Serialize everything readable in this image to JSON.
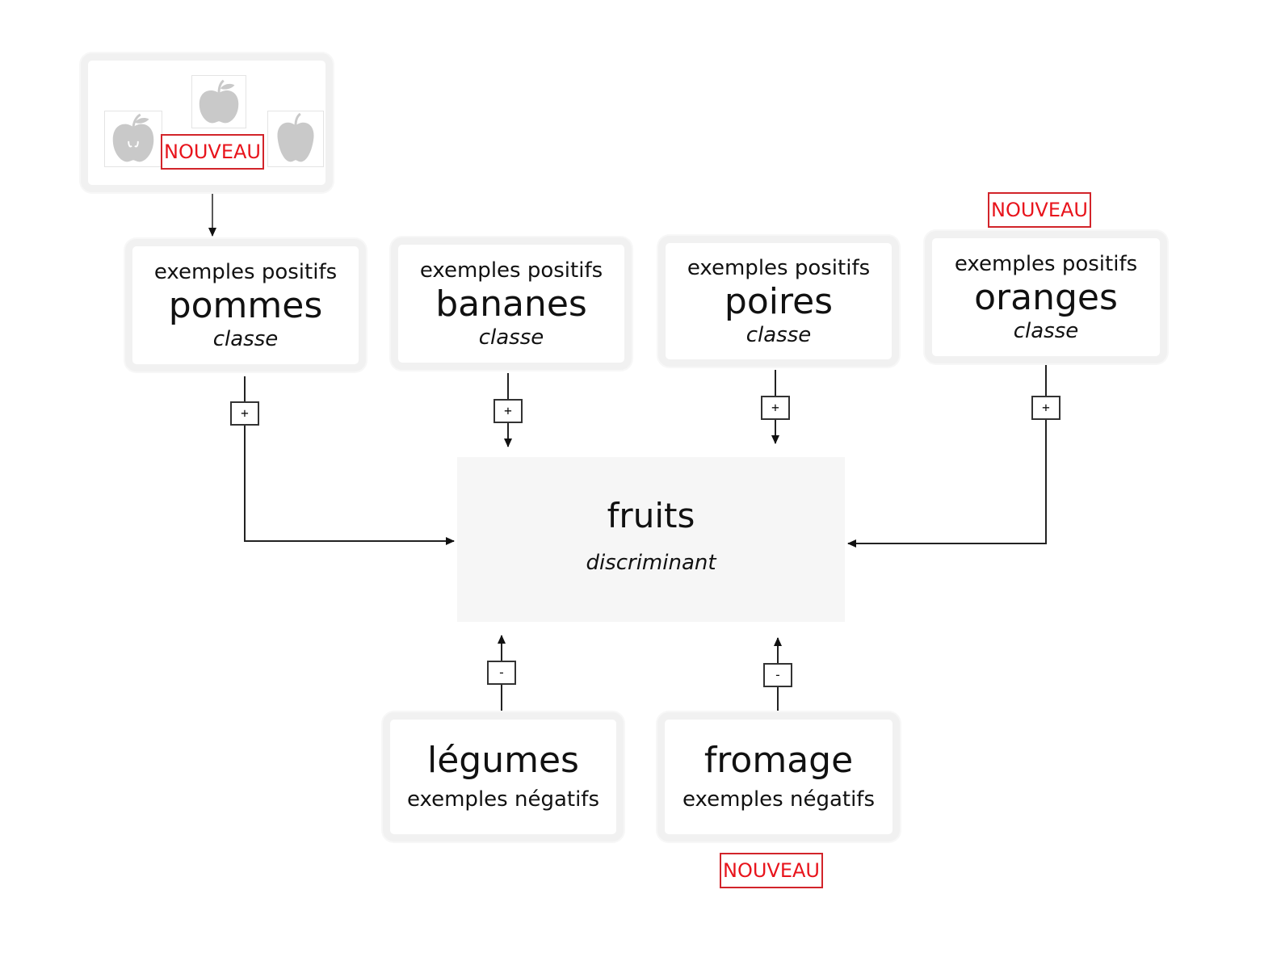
{
  "image_group": {
    "images": [
      "apple-icon",
      "apple-icon",
      "apple-icon"
    ],
    "new_tag": "NOUVEAU"
  },
  "classes": [
    {
      "label": "exemples positifs",
      "name": "pommes",
      "kind": "classe",
      "sign": "+"
    },
    {
      "label": "exemples positifs",
      "name": "bananes",
      "kind": "classe",
      "sign": "+"
    },
    {
      "label": "exemples positifs",
      "name": "poires",
      "kind": "classe",
      "sign": "+"
    },
    {
      "label": "exemples positifs",
      "name": "oranges",
      "kind": "classe",
      "sign": "+",
      "new_tag": "NOUVEAU"
    }
  ],
  "discriminator": {
    "name": "fruits",
    "kind": "discriminant"
  },
  "negatives": [
    {
      "name": "légumes",
      "label": "exemples négatifs",
      "sign": "-"
    },
    {
      "name": "fromage",
      "label": "exemples négatifs",
      "sign": "-",
      "new_tag": "NOUVEAU"
    }
  ],
  "colors": {
    "new_tag": "#e8141c",
    "box_border": "#f1f1f1",
    "center_fill": "#f6f6f6",
    "icon_fill": "#c9c9c9"
  }
}
